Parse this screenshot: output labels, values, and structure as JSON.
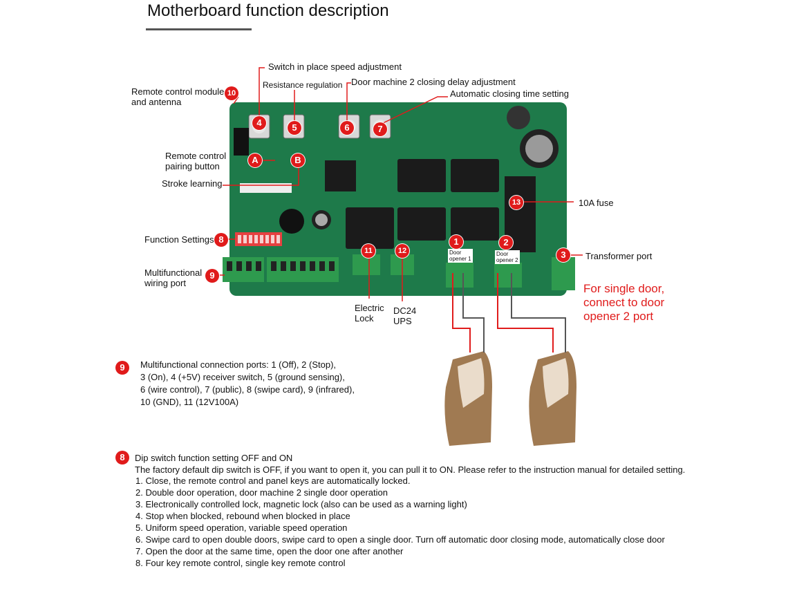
{
  "title": "Motherboard function description",
  "labels": {
    "switch_speed": "Switch in place speed adjustment",
    "resistance": "Resistance regulation",
    "door2_delay": "Door machine 2 closing delay adjustment",
    "auto_close": "Automatic closing time setting",
    "remote_module": "Remote control module\nand antenna",
    "remote_pairing": "Remote control\npairing button",
    "stroke": "Stroke learning",
    "function_settings": "Function Settings",
    "multi_port": "Multifunctional\nwiring port",
    "fuse": "10A fuse",
    "transformer": "Transformer port",
    "electric_lock": "Electric\nLock",
    "dc24": "DC24\nUPS",
    "door_opener_1": "Door\nopener 1",
    "door_opener_2": "Door\nopener 2"
  },
  "badges": {
    "b1": "1",
    "b2": "2",
    "b3": "3",
    "b4": "4",
    "b5": "5",
    "b6": "6",
    "b7": "7",
    "b8": "8",
    "b9": "9",
    "b10": "10",
    "b11": "11",
    "b12": "12",
    "b13": "13",
    "bA": "A",
    "bB": "B",
    "b9_note": "9",
    "b8_note": "8"
  },
  "single_door_note": "For single door,\nconnect to door\nopener 2 port",
  "ports_description": "Multifunctional connection ports: 1 (Off), 2 (Stop),\n3 (On), 4 (+5V) receiver switch, 5 (ground sensing),\n6 (wire control), 7 (public), 8 (swipe card), 9 (infrared),\n10 (GND), 11 (12V100A)",
  "dip": {
    "heading": "Dip switch function setting OFF and ON",
    "intro": "The factory default dip switch is OFF, if you want to open it, you can pull it to ON. Please refer to the instruction manual for detailed setting.",
    "items": [
      "1. Close, the remote control and panel keys are automatically locked.",
      "2. Double door operation, door machine 2 single door operation",
      "3. Electronically controlled lock, magnetic lock (also can be used as a warning light)",
      "4. Stop when blocked, rebound when blocked in place",
      "5. Uniform speed operation, variable speed operation",
      "6. Swipe card to open double doors, swipe card to open a single door. Turn off automatic door closing mode, automatically close door",
      "7. Open the door at the same time, open the door one after another",
      "8. Four key remote control, single key remote control"
    ]
  },
  "colors": {
    "accent_red": "#e01b1b",
    "board_green": "#1e7a4a",
    "opener_bronze": "#a07a52"
  }
}
